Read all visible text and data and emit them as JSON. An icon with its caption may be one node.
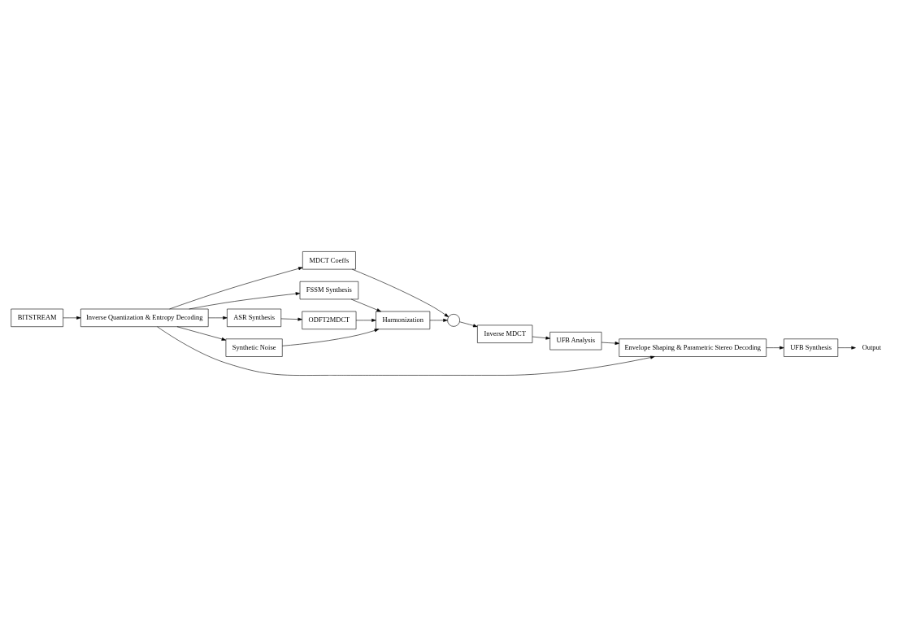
{
  "diagram": {
    "nodes": [
      {
        "text": [
          "BITSTREAM"
        ]
      },
      {
        "text": [
          "Inverse Quantization & Entropy Decoding"
        ]
      },
      {
        "text": [
          "MDCT Coeffs"
        ]
      },
      {
        "text": [],
        "shape": "circle"
      },
      {
        "text": [
          "Inverse MDCT"
        ]
      },
      {
        "text": [
          "Harmonization"
        ]
      },
      {
        "text": [
          "FSSM Synthesis"
        ]
      },
      {
        "text": [
          "ASR Synthesis"
        ]
      },
      {
        "text": [
          "ODFT2MDCT"
        ]
      },
      {
        "text": [
          "Synthetic Noise"
        ]
      },
      {
        "text": [
          "UFB Analysis"
        ]
      },
      {
        "text": [
          "Envelope Shaping & Parametric Stereo Decoding"
        ]
      },
      {
        "text": [
          "UFB Synthesis"
        ]
      },
      {
        "text": [
          "Output"
        ]
      }
    ],
    "edges": [
      {
        "from": 0,
        "to": 1,
        "arrow": "to"
      },
      {
        "from": 1,
        "to": 2,
        "arrow": "to"
      },
      {
        "from": 2,
        "to": 3,
        "arrow": "to"
      },
      {
        "from": 3,
        "to": 4,
        "arrow": "to"
      },
      {
        "from": 5,
        "to": 3,
        "arrow": "to"
      },
      {
        "from": 1,
        "to": 6,
        "arrow": "to"
      },
      {
        "from": 1,
        "to": 7,
        "arrow": "to"
      },
      {
        "from": 1,
        "to": 9,
        "arrow": "to"
      },
      {
        "from": 1,
        "to": 11,
        "arrow": "to"
      },
      {
        "from": 6,
        "to": 5,
        "arrow": "to"
      },
      {
        "from": 7,
        "to": 8,
        "arrow": "to"
      },
      {
        "from": 8,
        "to": 5,
        "arrow": "to"
      },
      {
        "from": 9,
        "to": 5,
        "arrow": "to"
      },
      {
        "from": 4,
        "to": 10,
        "arrow": "to"
      },
      {
        "from": 10,
        "to": 11,
        "arrow": "to"
      },
      {
        "from": 11,
        "to": 12,
        "arrow": "to"
      },
      {
        "from": 12,
        "to": 13,
        "arrow": "to"
      }
    ]
  }
}
